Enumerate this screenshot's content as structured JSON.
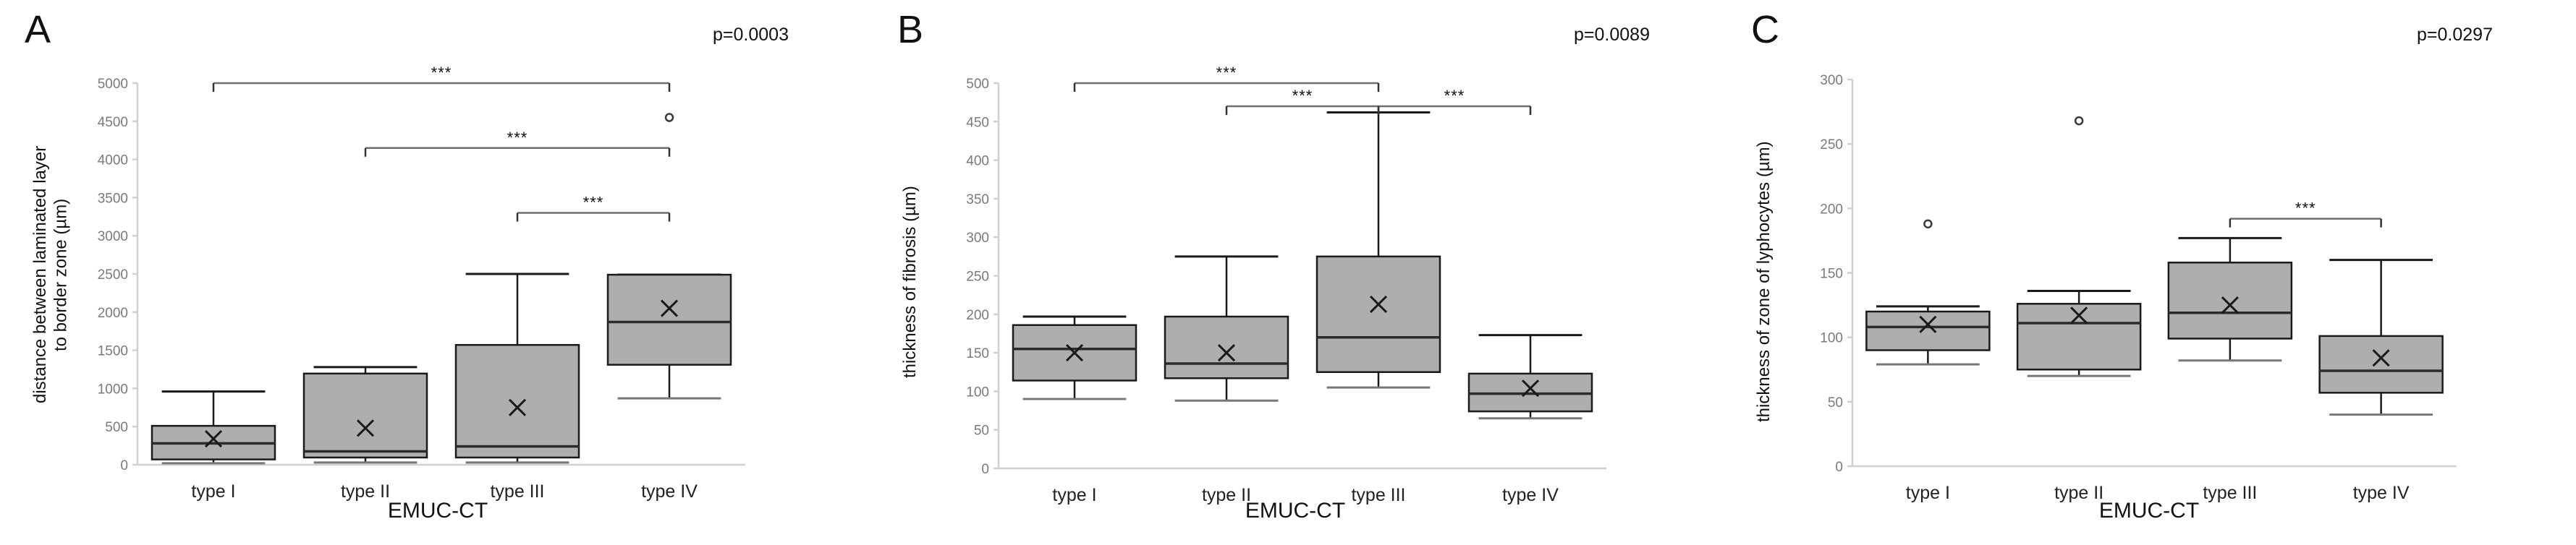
{
  "figure": {
    "panels": [
      {
        "letter": "A",
        "pvalue": "p=0.0003",
        "ylabel_line1": "distance between laminated layer",
        "ylabel_line2": "to border zone (µm)",
        "xlabel": "EMUC-CT",
        "chart_data": {
          "type": "box",
          "title": "",
          "xlabel": "EMUC-CT",
          "ylabel": "distance between laminated layer to border zone (µm)",
          "ylim": [
            0,
            5000
          ],
          "yticks": [
            0,
            500,
            1000,
            1500,
            2000,
            2500,
            3000,
            3500,
            4000,
            4500,
            5000
          ],
          "ytick_labels": [
            "0",
            "500",
            "1000",
            "1500",
            "2000",
            "2500",
            "3000",
            "3500",
            "4000",
            "4500",
            "5000"
          ],
          "grid": false,
          "categories": [
            "type I",
            "type II",
            "type III",
            "type IV"
          ],
          "boxes": [
            {
              "category": "type I",
              "whisker_low": 20,
              "q1": 70,
              "median": 280,
              "q3": 510,
              "whisker_high": 960,
              "mean": 340,
              "outliers": []
            },
            {
              "category": "type II",
              "whisker_low": 30,
              "q1": 95,
              "median": 175,
              "q3": 1195,
              "whisker_high": 1280,
              "mean": 480,
              "outliers": []
            },
            {
              "category": "type III",
              "whisker_low": 30,
              "q1": 95,
              "median": 240,
              "q3": 1570,
              "whisker_high": 2500,
              "mean": 750,
              "outliers": []
            },
            {
              "category": "type IV",
              "whisker_low": 870,
              "q1": 1310,
              "median": 1870,
              "q3": 2490,
              "whisker_high": 2490,
              "mean": 2050,
              "outliers": [
                4550
              ]
            }
          ],
          "significance": [
            {
              "from": "type I",
              "to": "type IV",
              "label": "***",
              "y": 5000
            },
            {
              "from": "type II",
              "to": "type IV",
              "label": "***",
              "y": 4150
            },
            {
              "from": "type III",
              "to": "type IV",
              "label": "***",
              "y": 3300
            }
          ]
        }
      },
      {
        "letter": "B",
        "pvalue": "p=0.0089",
        "ylabel_line1": "thickness of fibrosis (µm)",
        "ylabel_line2": "",
        "xlabel": "EMUC-CT",
        "chart_data": {
          "type": "box",
          "title": "",
          "xlabel": "EMUC-CT",
          "ylabel": "thickness of fibrosis (µm)",
          "ylim": [
            0,
            500
          ],
          "yticks": [
            0,
            50,
            100,
            150,
            200,
            250,
            300,
            350,
            400,
            450,
            500
          ],
          "ytick_labels": [
            "0",
            "50",
            "100",
            "150",
            "200",
            "250",
            "300",
            "350",
            "400",
            "450",
            "500"
          ],
          "grid": false,
          "categories": [
            "type I",
            "type II",
            "type III",
            "type IV"
          ],
          "boxes": [
            {
              "category": "type I",
              "whisker_low": 90,
              "q1": 114,
              "median": 155,
              "q3": 186,
              "whisker_high": 197,
              "mean": 150,
              "outliers": []
            },
            {
              "category": "type II",
              "whisker_low": 88,
              "q1": 117,
              "median": 136,
              "q3": 197,
              "whisker_high": 275,
              "mean": 150,
              "outliers": []
            },
            {
              "category": "type III",
              "whisker_low": 105,
              "q1": 125,
              "median": 170,
              "q3": 275,
              "whisker_high": 462,
              "mean": 213,
              "outliers": []
            },
            {
              "category": "type IV",
              "whisker_low": 65,
              "q1": 74,
              "median": 97,
              "q3": 123,
              "whisker_high": 173,
              "mean": 104,
              "outliers": []
            }
          ],
          "significance": [
            {
              "from": "type I",
              "to": "type III",
              "label": "***",
              "y": 500
            },
            {
              "from": "type II",
              "to": "type III",
              "label": "***",
              "y": 470
            },
            {
              "from": "type III",
              "to": "type IV",
              "label": "***",
              "y": 470
            }
          ]
        }
      },
      {
        "letter": "C",
        "pvalue": "p=0.0297",
        "ylabel_line1": "thickness of zone of lyphocytes (µm)",
        "ylabel_line2": "",
        "xlabel": "EMUC-CT",
        "chart_data": {
          "type": "box",
          "title": "",
          "xlabel": "EMUC-CT",
          "ylabel": "thickness of zone of lyphocytes (µm)",
          "ylim": [
            0,
            300
          ],
          "yticks": [
            0,
            50,
            100,
            150,
            200,
            250,
            300
          ],
          "ytick_labels": [
            "0",
            "50",
            "100",
            "150",
            "200",
            "250",
            "300"
          ],
          "grid": false,
          "categories": [
            "type I",
            "type II",
            "type III",
            "type IV"
          ],
          "boxes": [
            {
              "category": "type I",
              "whisker_low": 79,
              "q1": 90,
              "median": 108,
              "q3": 120,
              "whisker_high": 124,
              "mean": 110,
              "outliers": [
                188
              ]
            },
            {
              "category": "type II",
              "whisker_low": 70,
              "q1": 75,
              "median": 111,
              "q3": 126,
              "whisker_high": 136,
              "mean": 117,
              "outliers": [
                268
              ]
            },
            {
              "category": "type III",
              "whisker_low": 82,
              "q1": 99,
              "median": 119,
              "q3": 158,
              "whisker_high": 177,
              "mean": 125,
              "outliers": []
            },
            {
              "category": "type IV",
              "whisker_low": 40,
              "q1": 57,
              "median": 74,
              "q3": 101,
              "whisker_high": 160,
              "mean": 84,
              "outliers": []
            }
          ],
          "significance": [
            {
              "from": "type III",
              "to": "type IV",
              "label": "***",
              "y": 192
            }
          ]
        }
      }
    ],
    "colors": {
      "box_fill": "#b0aead",
      "box_stroke": "#1a1a1a",
      "axis": "#d0d0d0",
      "tick_label": "#7a7a7a",
      "text": "#111111"
    }
  }
}
